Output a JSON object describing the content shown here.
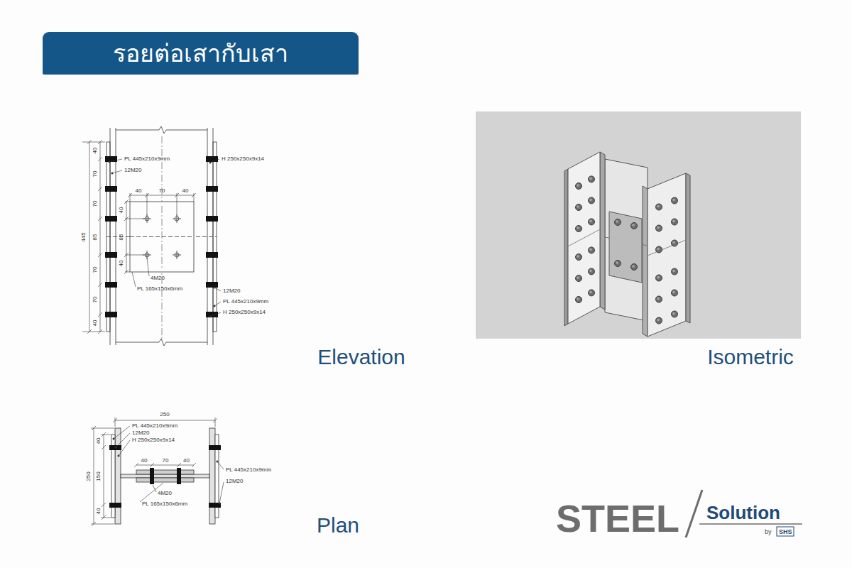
{
  "diagram": {
    "title": "รอยต่อเสากับเสา",
    "labels": [
      "PL 445x210x9mm",
      "12M20",
      "H 250x250x9x14",
      "40",
      "70",
      "70",
      "85",
      "70",
      "70",
      "40",
      "445",
      "40",
      "70",
      "40",
      "40",
      "85",
      "40",
      "4M20",
      "PL 165x150x6mm",
      "12M20",
      "PL 445x210x9mm",
      "H 250x250x9x14",
      "Elevation",
      "Isometric",
      "250",
      "PL 445x210x9mm",
      "12M20",
      "H 250x250x9x14",
      "40",
      "150",
      "40",
      "250",
      "40",
      "70",
      "40",
      "4M20",
      "PL 165x150x6mm",
      "PL 445x210x9mm",
      "12M20",
      "Plan",
      "STEEL",
      "Solution",
      "by",
      "SHS"
    ]
  }
}
